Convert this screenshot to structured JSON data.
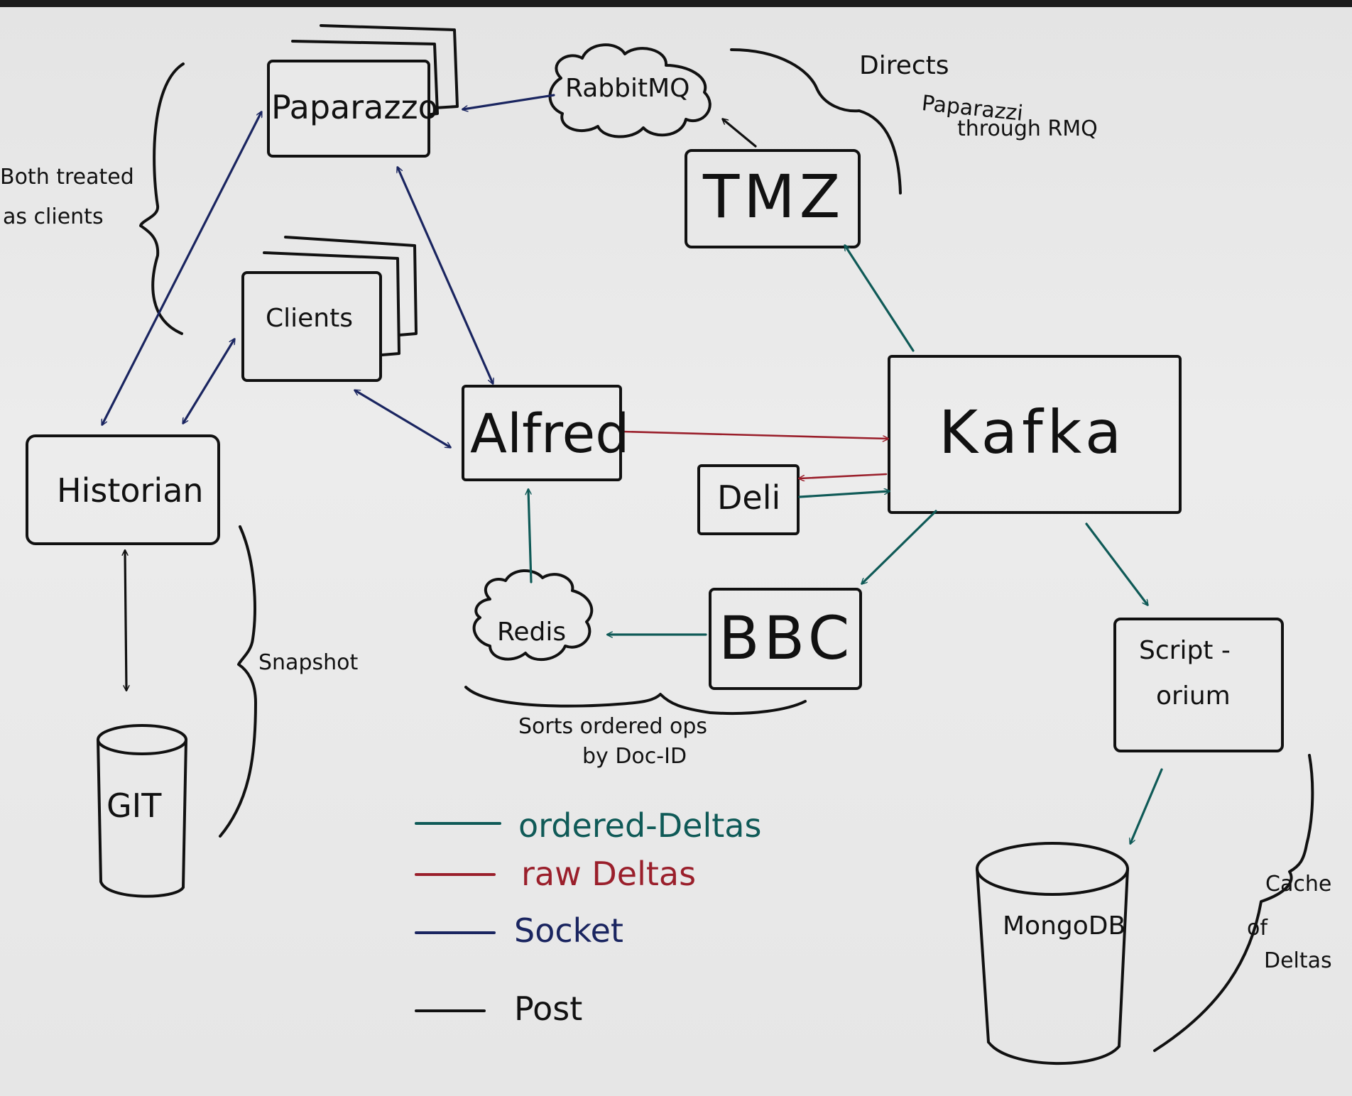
{
  "nodes": {
    "paparazzo": "Paparazzo",
    "rabbitmq": "RabbitMQ",
    "tmz": "TMZ",
    "clients": "Clients",
    "alfred": "Alfred",
    "kafka": "Kafka",
    "deli": "Deli",
    "historian": "Historian",
    "redis": "Redis",
    "bbc": "BBC",
    "scriptorium_line1": "Script -",
    "scriptorium_line2": "orium",
    "git": "GIT",
    "mongodb": "MongoDB"
  },
  "annotations": {
    "both_treated_line1": "Both treated",
    "both_treated_line2": "as clients",
    "directs_line1": "Directs",
    "directs_line2": "Paparazzi",
    "directs_line3": "through RMQ",
    "snapshot": "Snapshot",
    "sorts_line1": "Sorts ordered ops",
    "sorts_line2": "by Doc-ID",
    "cache_line1": "Cache",
    "cache_line2": "of",
    "cache_line3": "Deltas"
  },
  "legend": [
    {
      "label": "ordered-Deltas",
      "color": "#0f5a57"
    },
    {
      "label": "raw Deltas",
      "color": "#9a1f2b"
    },
    {
      "label": "Socket",
      "color": "#1a2560"
    },
    {
      "label": "Post",
      "color": "#111111"
    }
  ],
  "colors": {
    "ordered_deltas": "#0f5a57",
    "raw_deltas": "#9a1f2b",
    "socket": "#1a2560",
    "post": "#111111",
    "board": "#e9e9e9"
  }
}
